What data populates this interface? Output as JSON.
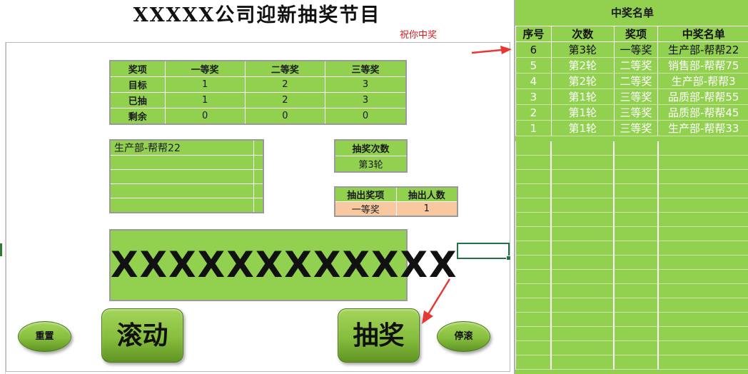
{
  "title": "XXXXX公司迎新抽奖节目",
  "slogan": "祝你中奖",
  "prize_table": {
    "headers": [
      "奖项",
      "一等奖",
      "二等奖",
      "三等奖"
    ],
    "rows": [
      {
        "label": "目标",
        "values": [
          "1",
          "2",
          "3"
        ]
      },
      {
        "label": "已抽",
        "values": [
          "1",
          "2",
          "3"
        ]
      },
      {
        "label": "剩余",
        "values": [
          "0",
          "0",
          "0"
        ]
      }
    ]
  },
  "draw_list": {
    "rows": [
      [
        "生产部-帮帮22",
        ""
      ],
      [
        "",
        ""
      ],
      [
        "",
        ""
      ],
      [
        "",
        ""
      ],
      [
        "",
        ""
      ]
    ]
  },
  "round_box": {
    "label": "抽奖次数",
    "value": "第3轮"
  },
  "current_draw": {
    "prize_label": "抽出奖项",
    "count_label": "抽出人数",
    "prize_value": "一等奖",
    "count_value": "1"
  },
  "display_text": "XXXXXXXXXXXX",
  "buttons": {
    "reset": "重置",
    "scroll": "滚动",
    "draw": "抽奖",
    "stop": "停滚"
  },
  "winners": {
    "title": "中奖名单",
    "headers": [
      "序号",
      "次数",
      "奖项",
      "中奖名单"
    ],
    "rows": [
      [
        "6",
        "第3轮",
        "一等奖",
        "生产部-帮帮22"
      ],
      [
        "5",
        "第2轮",
        "二等奖",
        "销售部-帮帮75"
      ],
      [
        "4",
        "第2轮",
        "二等奖",
        "生产部-帮帮3"
      ],
      [
        "3",
        "第1轮",
        "三等奖",
        "品质部-帮帮55"
      ],
      [
        "2",
        "第1轮",
        "三等奖",
        "品质部-帮帮45"
      ],
      [
        "1",
        "第1轮",
        "三等奖",
        "生产部-帮帮33"
      ]
    ]
  },
  "colors": {
    "green_fill": "#92d050",
    "peach_fill": "#f8c8a0",
    "slogan_red": "#d42020",
    "arrow_red": "#e53935",
    "selection_green": "#217346"
  }
}
